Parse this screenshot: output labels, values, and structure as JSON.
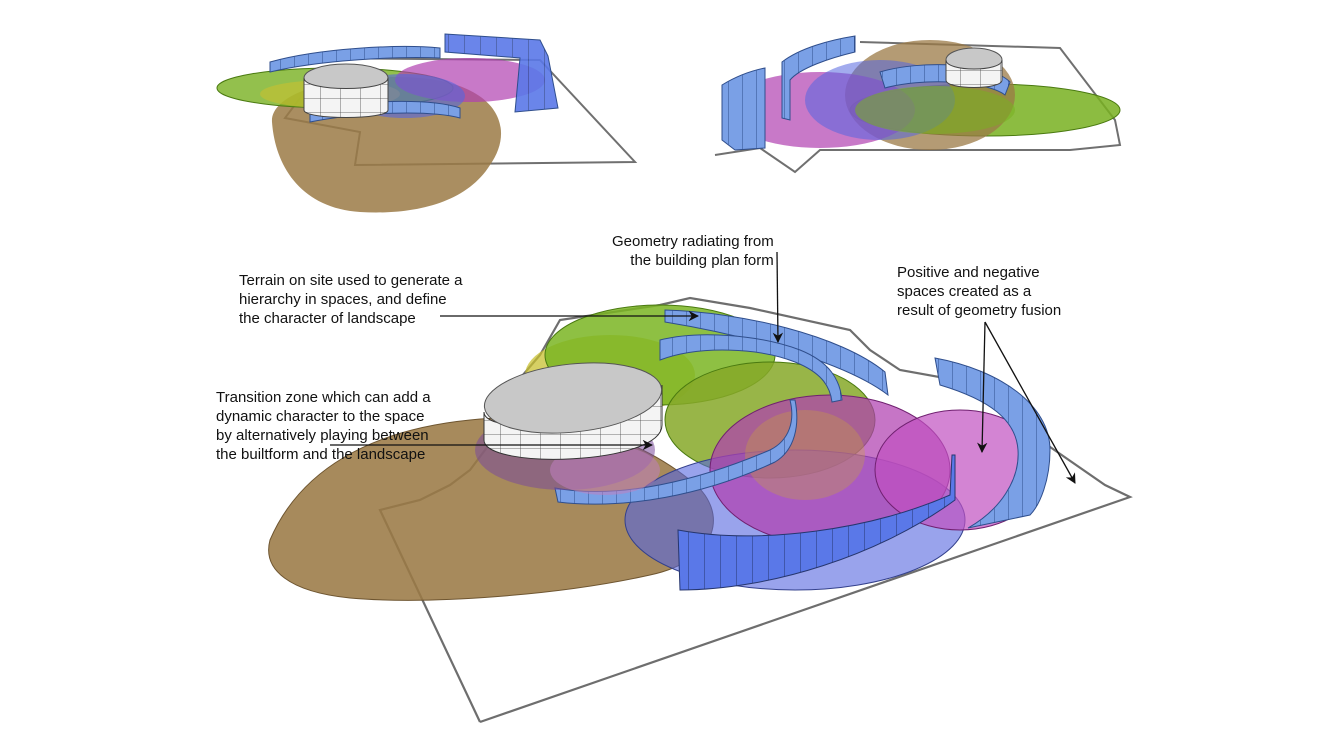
{
  "annotations": {
    "terrain": "Terrain on site used to generate a\nhierarchy in spaces, and define\nthe character of landscape",
    "geometry": "Geometry radiating from\nthe building plan form",
    "positive_negative": "Positive and negative\nspaces created as a\nresult of geometry fusion",
    "transition": "Transition zone which can add a\ndynamic character to the space\nby alternatively playing between\nthe builtform and the landscape"
  },
  "colors": {
    "terrain": "#9b7a45",
    "green": "#78b020",
    "yellow": "#c8c030",
    "purple": "#b040b0",
    "blue_wall": "#6f96dc",
    "blue_fill": "#5566e0",
    "building": "#c8c8c8",
    "site_line": "#707070"
  }
}
